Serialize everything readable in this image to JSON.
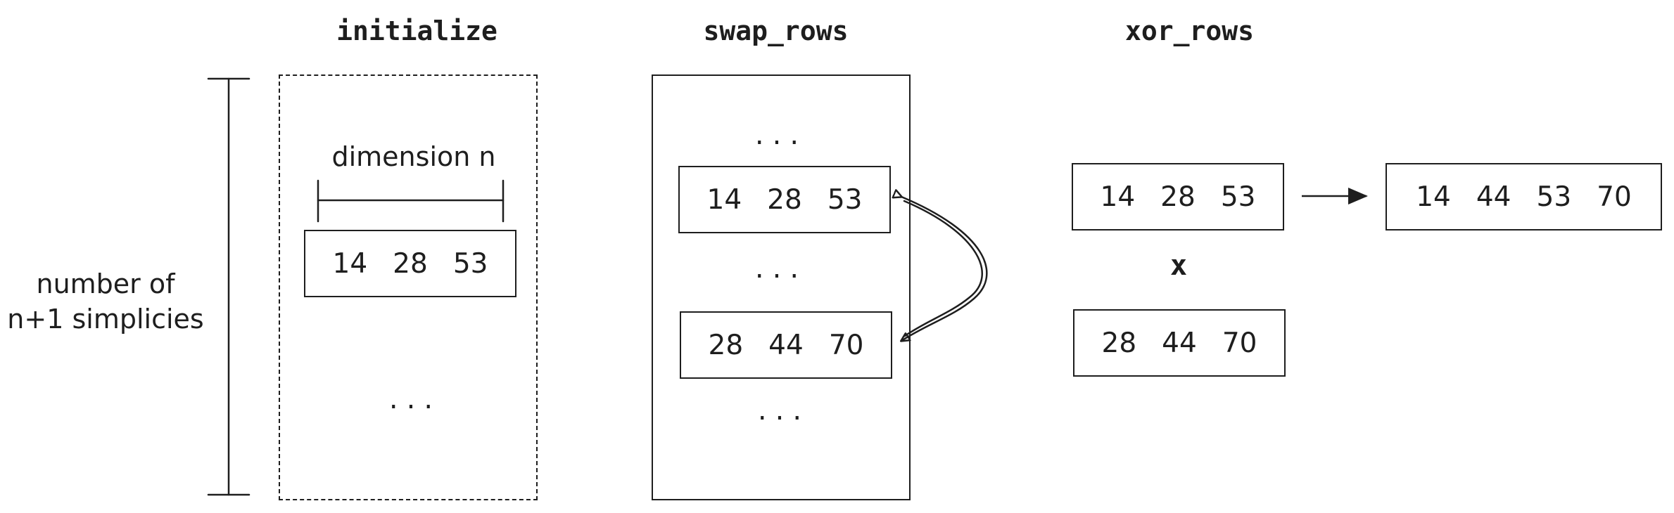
{
  "columns": {
    "initialize": {
      "title": "initialize",
      "width_label": "dimension n",
      "row": [
        "14",
        "28",
        "53"
      ],
      "ellipsis": "..."
    },
    "swap_rows": {
      "title": "swap_rows",
      "ellipsis_top": "...",
      "row_a": [
        "14",
        "28",
        "53"
      ],
      "ellipsis_mid": "...",
      "row_b": [
        "28",
        "44",
        "70"
      ],
      "ellipsis_bottom": "..."
    },
    "xor_rows": {
      "title": "xor_rows",
      "row_a": [
        "14",
        "28",
        "53"
      ],
      "operator": "x",
      "row_b": [
        "28",
        "44",
        "70"
      ],
      "result": [
        "14",
        "44",
        "53",
        "70"
      ]
    }
  },
  "height_label": {
    "line1": "number of",
    "line2": "n+1 simplicies"
  },
  "colors": {
    "stroke": "#1e1e1e",
    "background": "#ffffff"
  }
}
